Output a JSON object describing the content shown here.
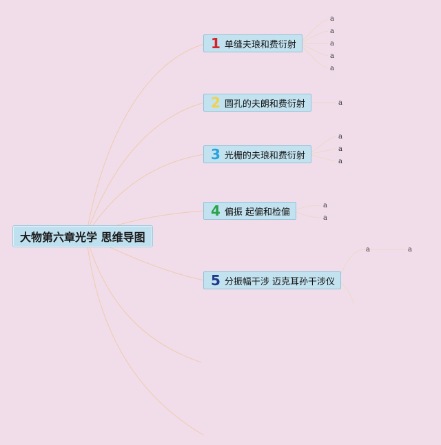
{
  "root": {
    "label": "大物第六章光学 思维导图"
  },
  "branches": [
    {
      "number": "1",
      "label": "单缝夫琅和费衍射",
      "color": "#d1242b",
      "leaves": [
        "a",
        "a",
        "a",
        "a",
        "a"
      ]
    },
    {
      "number": "2",
      "label": "圆孔的夫朗和费衍射",
      "color": "#f2d04a",
      "leaves": [
        "a"
      ]
    },
    {
      "number": "3",
      "label": "光栅的夫琅和费衍射",
      "color": "#29a3dd",
      "leaves": [
        "a",
        "a",
        "a"
      ]
    },
    {
      "number": "4",
      "label": "偏振 起偏和检偏",
      "color": "#2ba34a",
      "leaves": [
        "a",
        "a"
      ]
    },
    {
      "number": "5",
      "label": "分振幅干涉 迈克耳孙干涉仪",
      "color": "#1f3a8a",
      "leaves": [
        "a",
        "a"
      ]
    }
  ],
  "colors": {
    "background": "#f1dde9",
    "node_fill": "#c3e2ef",
    "connector": "#efc9a8"
  }
}
